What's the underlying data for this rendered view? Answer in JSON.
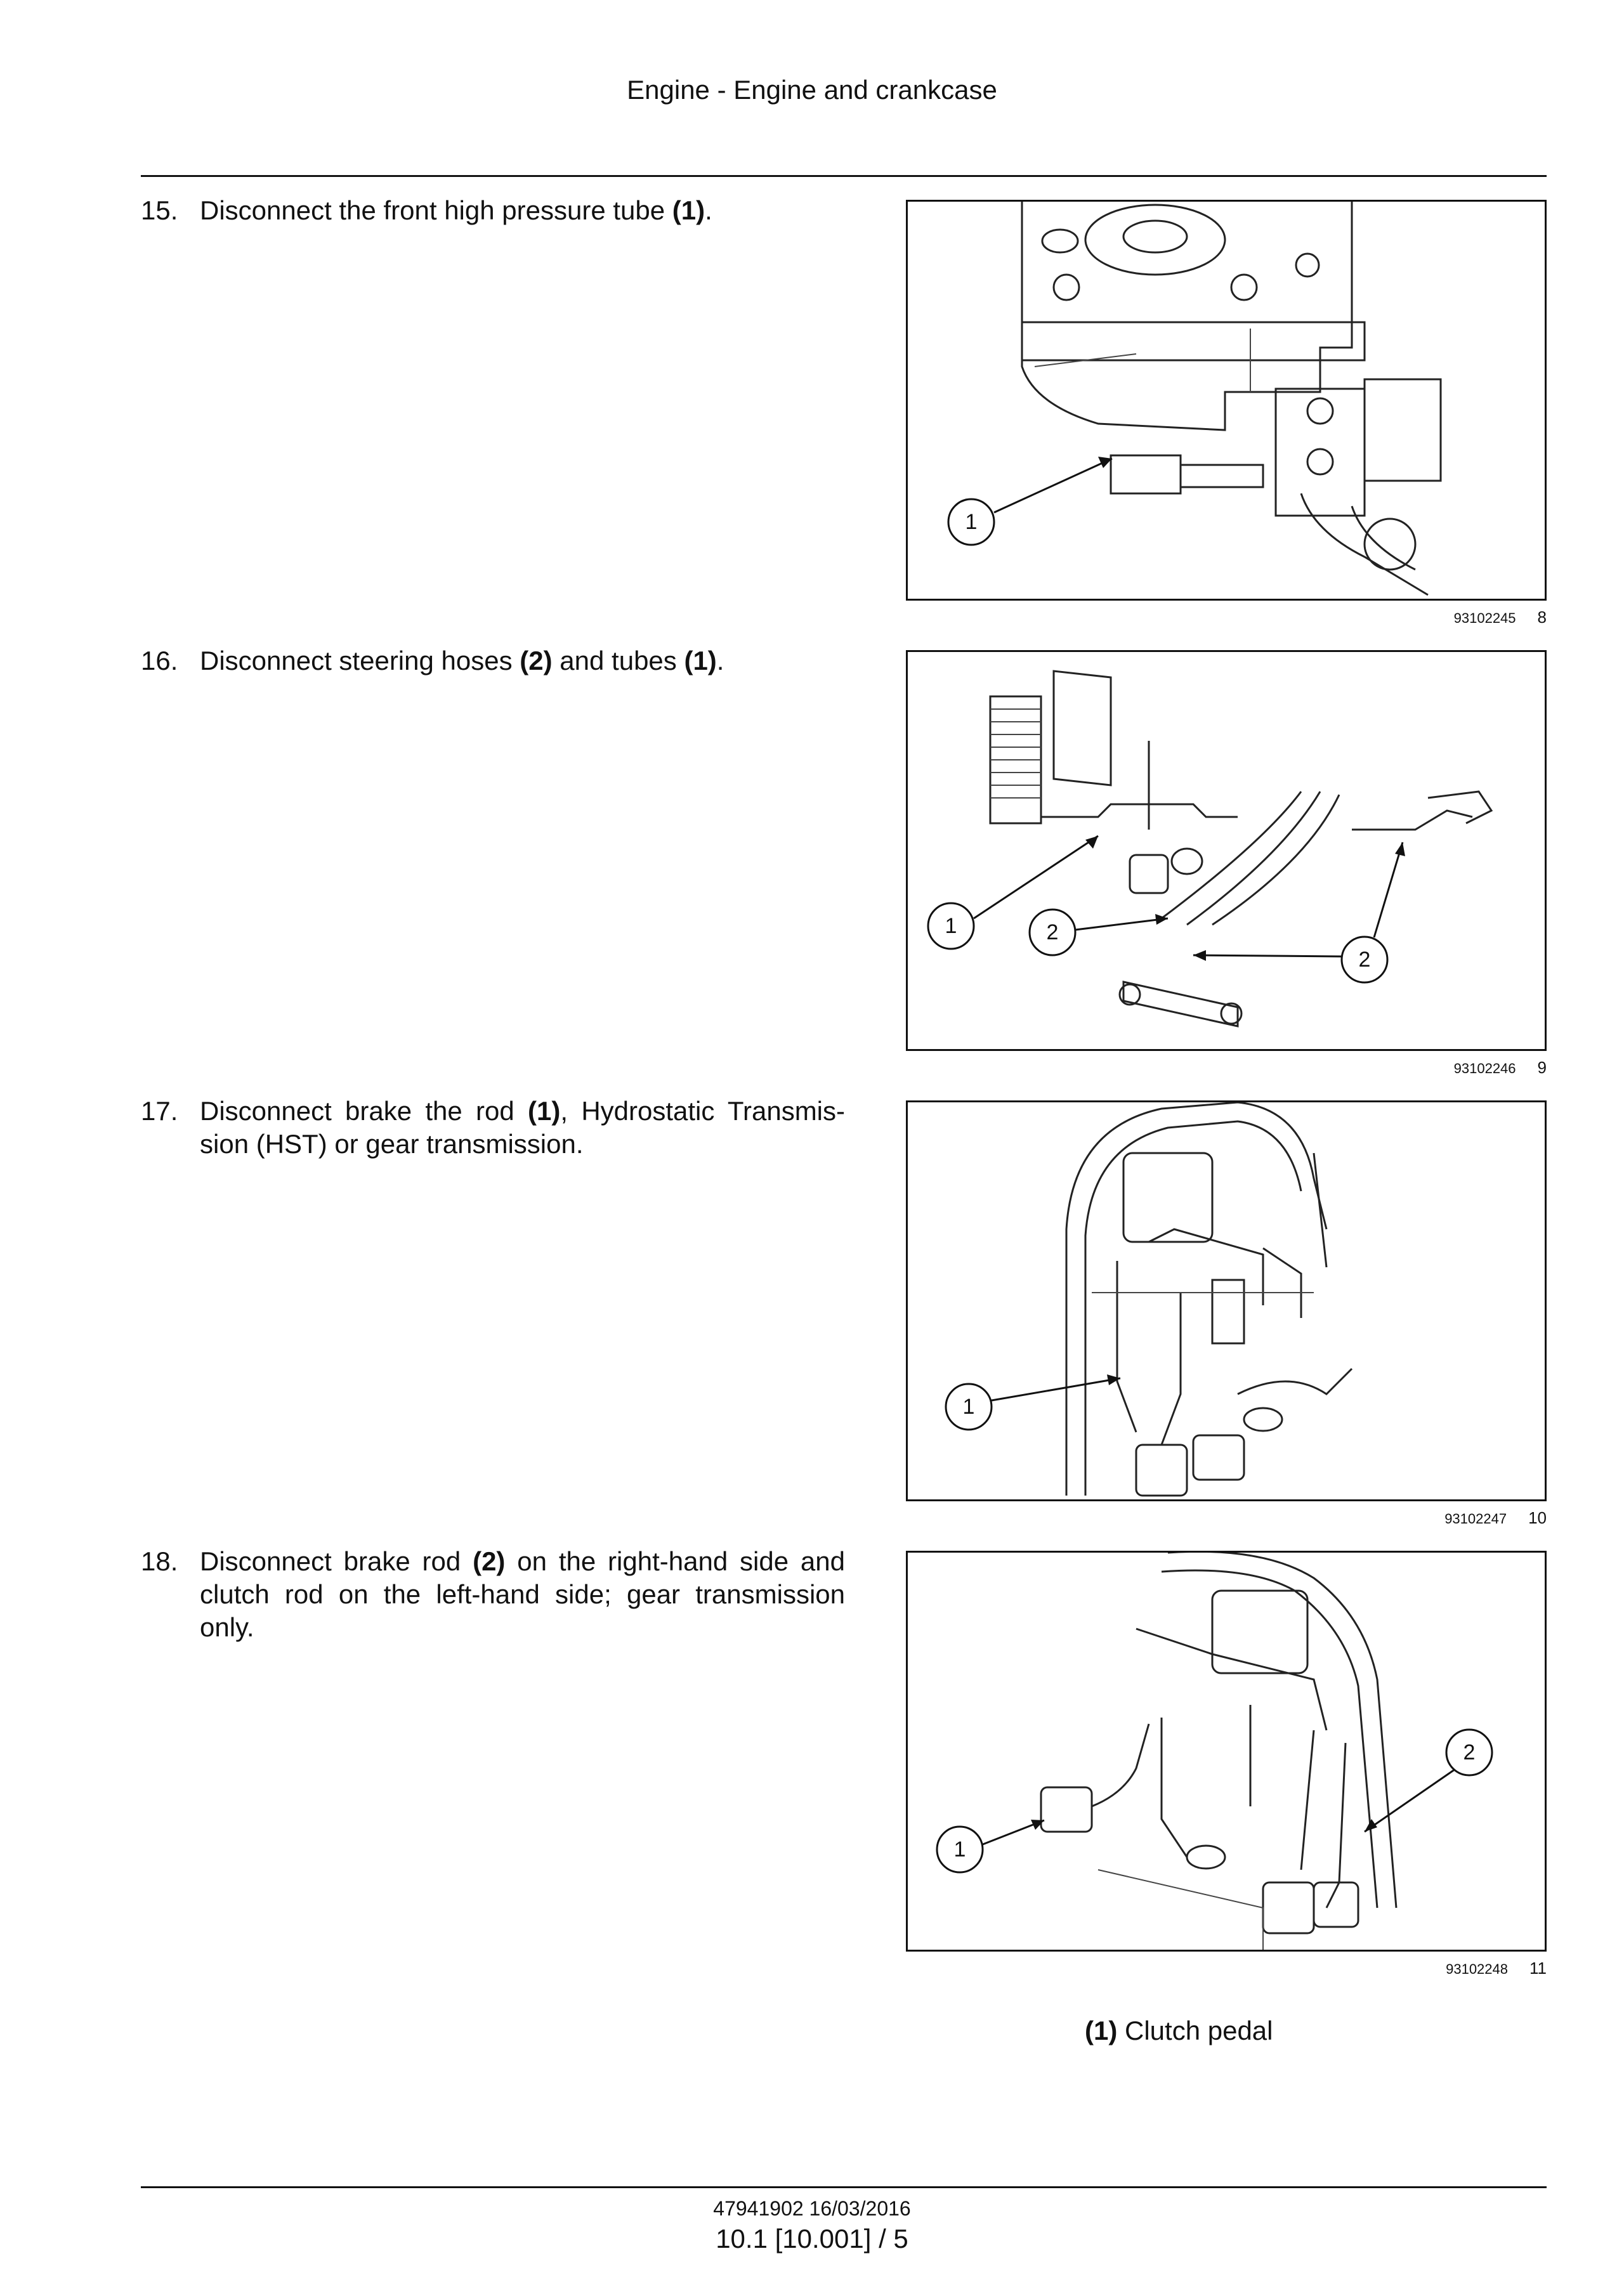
{
  "header": {
    "title": "Engine - Engine and crankcase"
  },
  "steps": [
    {
      "num": "15.",
      "pre": "Disconnect the front high pressure tube ",
      "b1": "(1)",
      "mid": ".",
      "b2": "",
      "post": ""
    },
    {
      "num": "16.",
      "pre": "Disconnect steering hoses ",
      "b1": "(2)",
      "mid": " and tubes ",
      "b2": "(1)",
      "post": "."
    },
    {
      "num": "17.",
      "pre": "Disconnect brake the rod ",
      "b1": "(1)",
      "mid": ", Hydrostatic Transmis-sion (HST) or gear transmission.",
      "b2": "",
      "post": ""
    },
    {
      "num": "18.",
      "pre": "Disconnect brake rod ",
      "b1": "(2)",
      "mid": " on the right-hand side and clutch rod on the left-hand side; gear transmission only.",
      "b2": "",
      "post": ""
    }
  ],
  "figures": [
    {
      "code": "93102245",
      "number": "8",
      "callouts": [
        "1"
      ]
    },
    {
      "code": "93102246",
      "number": "9",
      "callouts": [
        "1",
        "2",
        "2"
      ]
    },
    {
      "code": "93102247",
      "number": "10",
      "callouts": [
        "1"
      ]
    },
    {
      "code": "93102248",
      "number": "11",
      "callouts": [
        "1",
        "2"
      ]
    }
  ],
  "caption": {
    "ref": "(1)",
    "text": " Clutch pedal"
  },
  "footer": {
    "code": "47941902 16/03/2016",
    "page": "10.1 [10.001] / 5"
  }
}
